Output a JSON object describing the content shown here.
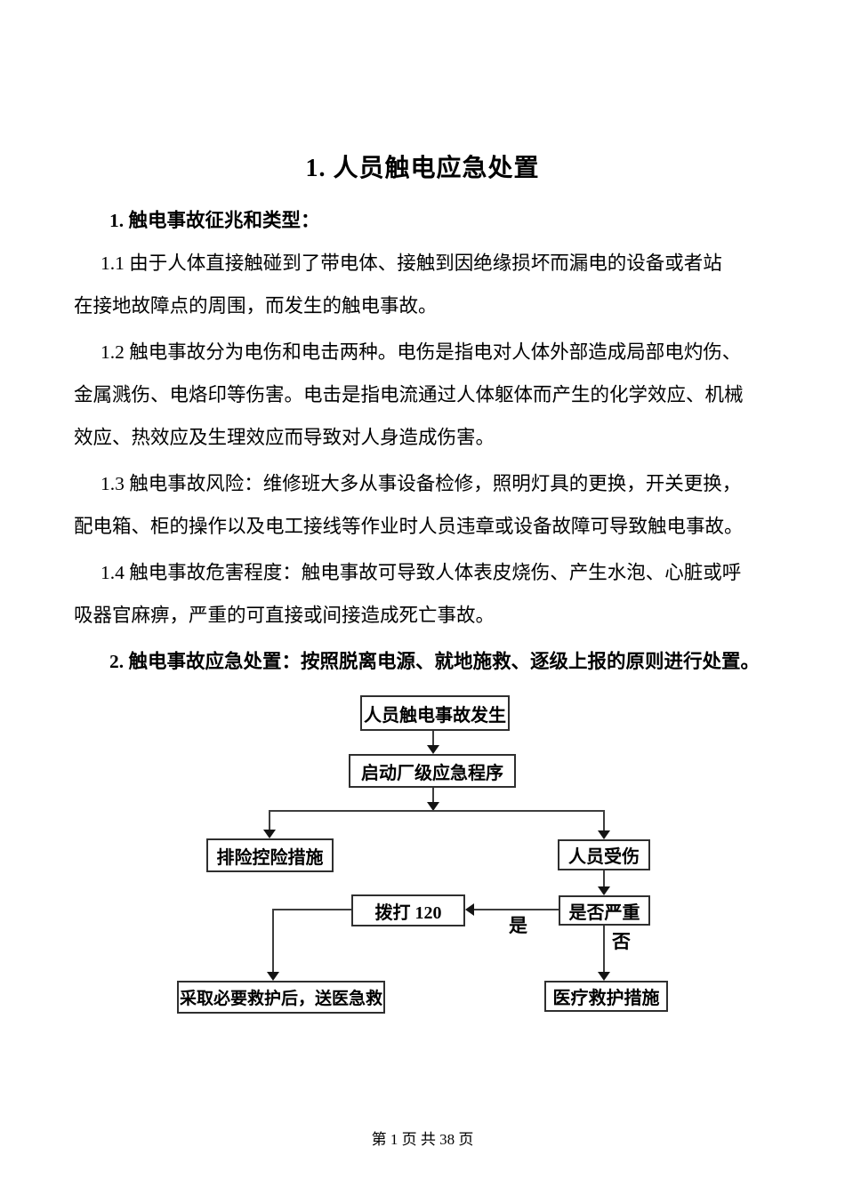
{
  "colors": {
    "background": "#ffffff",
    "text": "#000000",
    "flowchart_lines": "#3d3d3d"
  },
  "document": {
    "title": "1. 人员触电应急处置",
    "section1": {
      "heading": "1. 触电事故征兆和类型：",
      "paragraphs": {
        "p11": "1.1 由于人体直接触碰到了带电体、接触到因绝缘损坏而漏电的设备或者站\n在接地故障点的周围，而发生的触电事故。",
        "p12": "1.2 触电事故分为电伤和电击两种。电伤是指电对人体外部造成局部电灼伤、\n金属溅伤、电烙印等伤害。电击是指电流通过人体躯体而产生的化学效应、机械\n效应、热效应及生理效应而导致对人身造成伤害。",
        "p13": "1.3 触电事故风险：维修班大多从事设备检修，照明灯具的更换，开关更换，\n配电箱、柜的操作以及电工接线等作业时人员违章或设备故障可导致触电事故。",
        "p14": "1.4 触电事故危害程度：触电事故可导致人体表皮烧伤、产生水泡、心脏或呼\n吸器官麻痹，严重的可直接或间接造成死亡事故。"
      }
    },
    "section2": {
      "heading": "2. 触电事故应急处置：按照脱离电源、就地施救、逐级上报的原则进行处置。"
    }
  },
  "flowchart": {
    "nodes": {
      "start": "人员触电事故发生",
      "launch": "启动厂级应急程序",
      "control": "排险控险措施",
      "injured": "人员受伤",
      "severe": "是否严重",
      "call120": "拨打 120",
      "rescue": "采取必要救护后，送医急救",
      "medical": "医疗救护措施"
    },
    "labels": {
      "yes": "是",
      "no": "否"
    }
  },
  "footer": {
    "page_info": "第 1 页 共 38 页"
  }
}
